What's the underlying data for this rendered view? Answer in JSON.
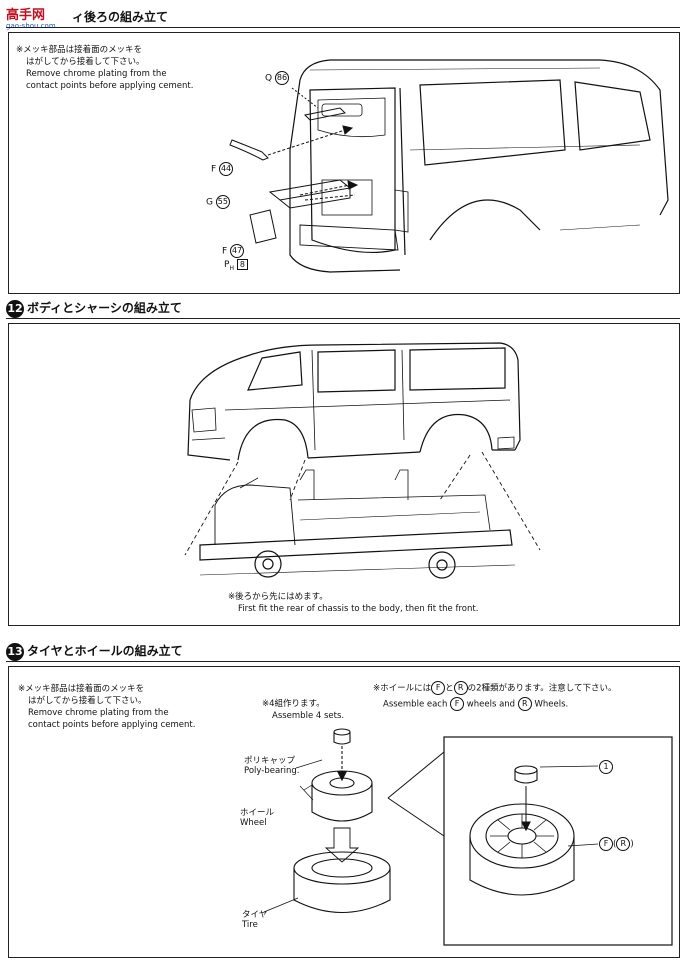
{
  "watermark": {
    "site": "高手网",
    "url": "gao-shou.com"
  },
  "section11": {
    "title": "ィ後ろの組み立て",
    "note_jp_1": "※メッキ部品は接着面のメッキを",
    "note_jp_2": "はがしてから接着して下さい。",
    "note_en_1": "Remove chrome plating from the",
    "note_en_2": "contact points before applying cement.",
    "labels": {
      "q": "Q",
      "q_num": "86",
      "f1": "F",
      "f1_num": "44",
      "g": "G",
      "g_num": "55",
      "f2": "F",
      "f2_num": "47",
      "p": "P",
      "p_sub": "H",
      "p_num": "8"
    }
  },
  "section12": {
    "number": "12",
    "title": "ボディとシャーシの組み立て",
    "note_jp": "※後ろから先にはめます。",
    "note_en": "First fit the rear of chassis to the body, then fit the front."
  },
  "section13": {
    "number": "13",
    "title": "タイヤとホイールの組み立て",
    "note_jp_1": "※メッキ部品は接着面のメッキを",
    "note_jp_2": "はがしてから接着して下さい。",
    "note_en_1": "Remove chrome plating from the",
    "note_en_2": "contact points before applying cement.",
    "sets_jp": "※4組作ります。",
    "sets_en": "Assemble 4 sets.",
    "wheel_note_jp_pre": "※ホイールには",
    "wheel_note_jp_mid": "と",
    "wheel_note_jp_post": "の2種類があります。注意して下さい。",
    "wheel_note_en_pre": "Assemble each",
    "wheel_note_en_mid": "wheels and",
    "wheel_note_en_post": "Wheels.",
    "circ_f": "F",
    "circ_r": "R",
    "poly_jp": "ポリキャップ",
    "poly_en": "Poly-bearing.",
    "wheel_jp": "ホイール",
    "wheel_en": "Wheel",
    "tire_jp": "タイヤ",
    "tire_en": "Tire",
    "part_num": "1",
    "fr_label_open": "(",
    "fr_label_close": ")"
  }
}
